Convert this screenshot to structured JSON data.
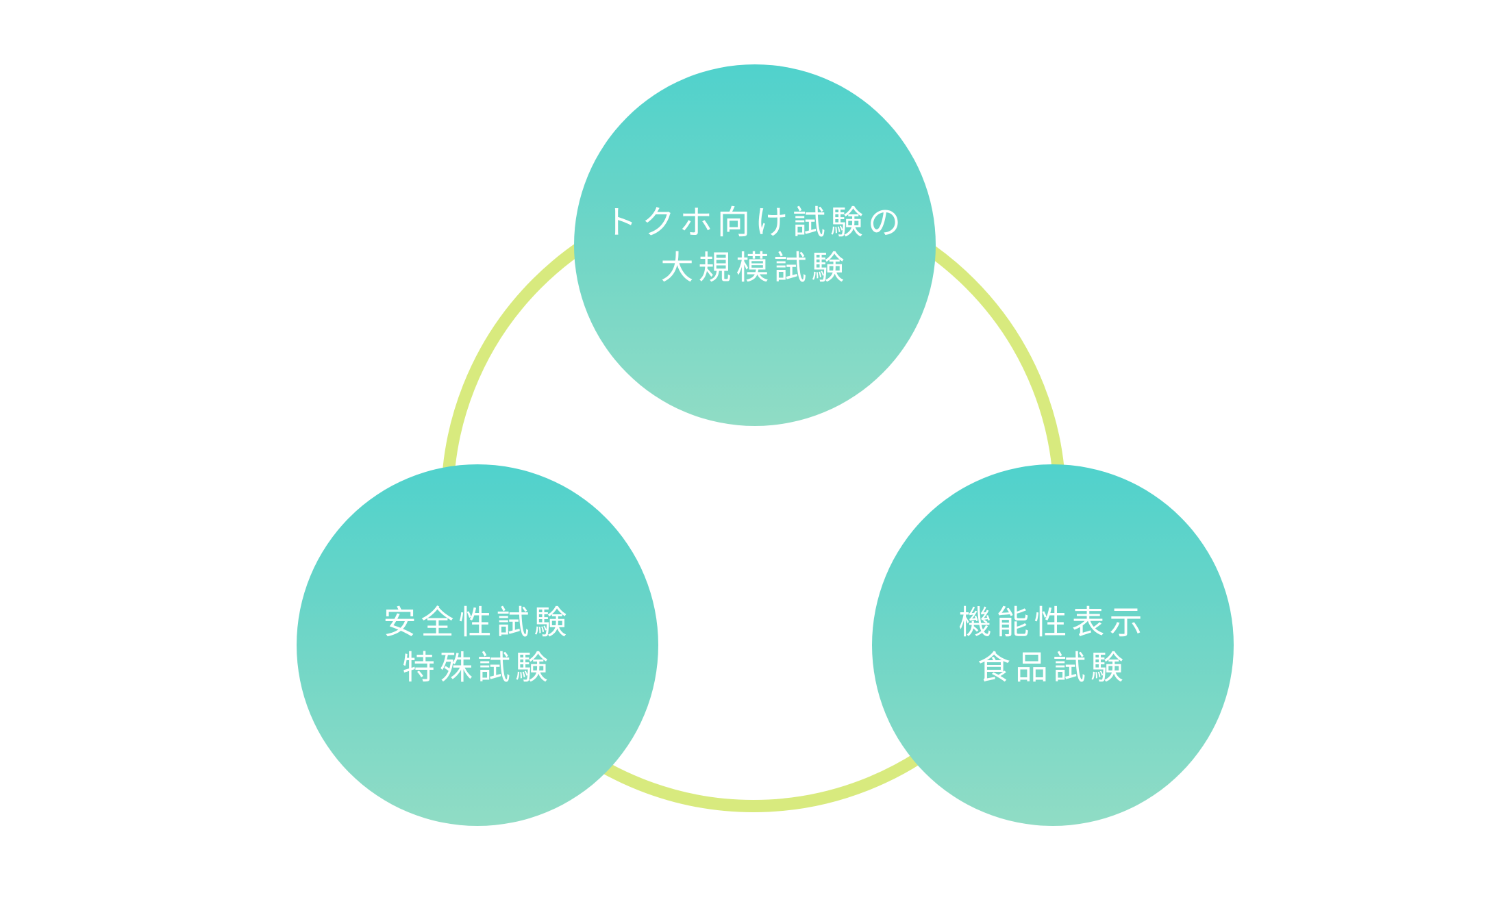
{
  "diagram": {
    "ring_color": "#d8ea7e",
    "node_gradient": [
      "#50d2cc",
      "#90dcc5"
    ],
    "text_color": "#ffffff",
    "nodes": [
      {
        "id": "top",
        "lines": [
          "トクホ向け試験の",
          "大規模試験"
        ]
      },
      {
        "id": "left",
        "lines": [
          "安全性試験",
          "特殊試験"
        ]
      },
      {
        "id": "right",
        "lines": [
          "機能性表示",
          "食品試験"
        ]
      }
    ]
  }
}
